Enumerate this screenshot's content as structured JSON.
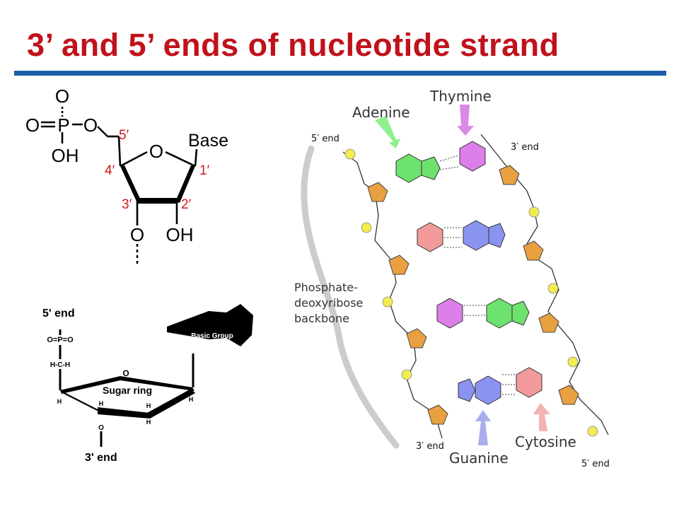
{
  "slide": {
    "title": "3’ and 5’ ends of nucleotide strand",
    "colors": {
      "title": "#c0121b",
      "rule": "#1c5fa8"
    }
  },
  "nucleotide_structure": {
    "phosphate_top_o": "O",
    "phosphate_left_o": "O",
    "phosphate_p": "P",
    "phosphate_bridge_o": "O",
    "phosphate_oh": "OH",
    "ring_o": "O",
    "base": "Base",
    "carbon_5": "5′",
    "carbon_4": "4′",
    "carbon_3": "3′",
    "carbon_2": "2′",
    "carbon_1": "1′",
    "o3": "O",
    "oh2": "OH"
  },
  "sugar_diagram": {
    "end_5": "5' end",
    "phosphate": "O=P=O",
    "h_c_h": "H-C-H",
    "ring_o": "O",
    "sugar_ring": "Sugar ring",
    "basic_group": "Basic Group",
    "h_labels": [
      "H",
      "H",
      "H",
      "H",
      "H"
    ],
    "o3": "O",
    "end_3": "3' end"
  },
  "dna": {
    "adenine": "Adenine",
    "thymine": "Thymine",
    "guanine": "Guanine",
    "cytosine": "Cytosine",
    "backbone": [
      "Phosphate-",
      "deoxyribose",
      "backbone"
    ],
    "end_5_top": "5′ end",
    "end_3_top": "3′ end",
    "end_3_bottom": "3′ end",
    "end_5_bottom": "5′ end",
    "colors": {
      "adenine": "#6ee26e",
      "thymine": "#dd7fe8",
      "guanine": "#8a93f0",
      "cytosine": "#f29a9a",
      "sugar": "#e8a040",
      "phosphate": "#f2ec50"
    }
  }
}
